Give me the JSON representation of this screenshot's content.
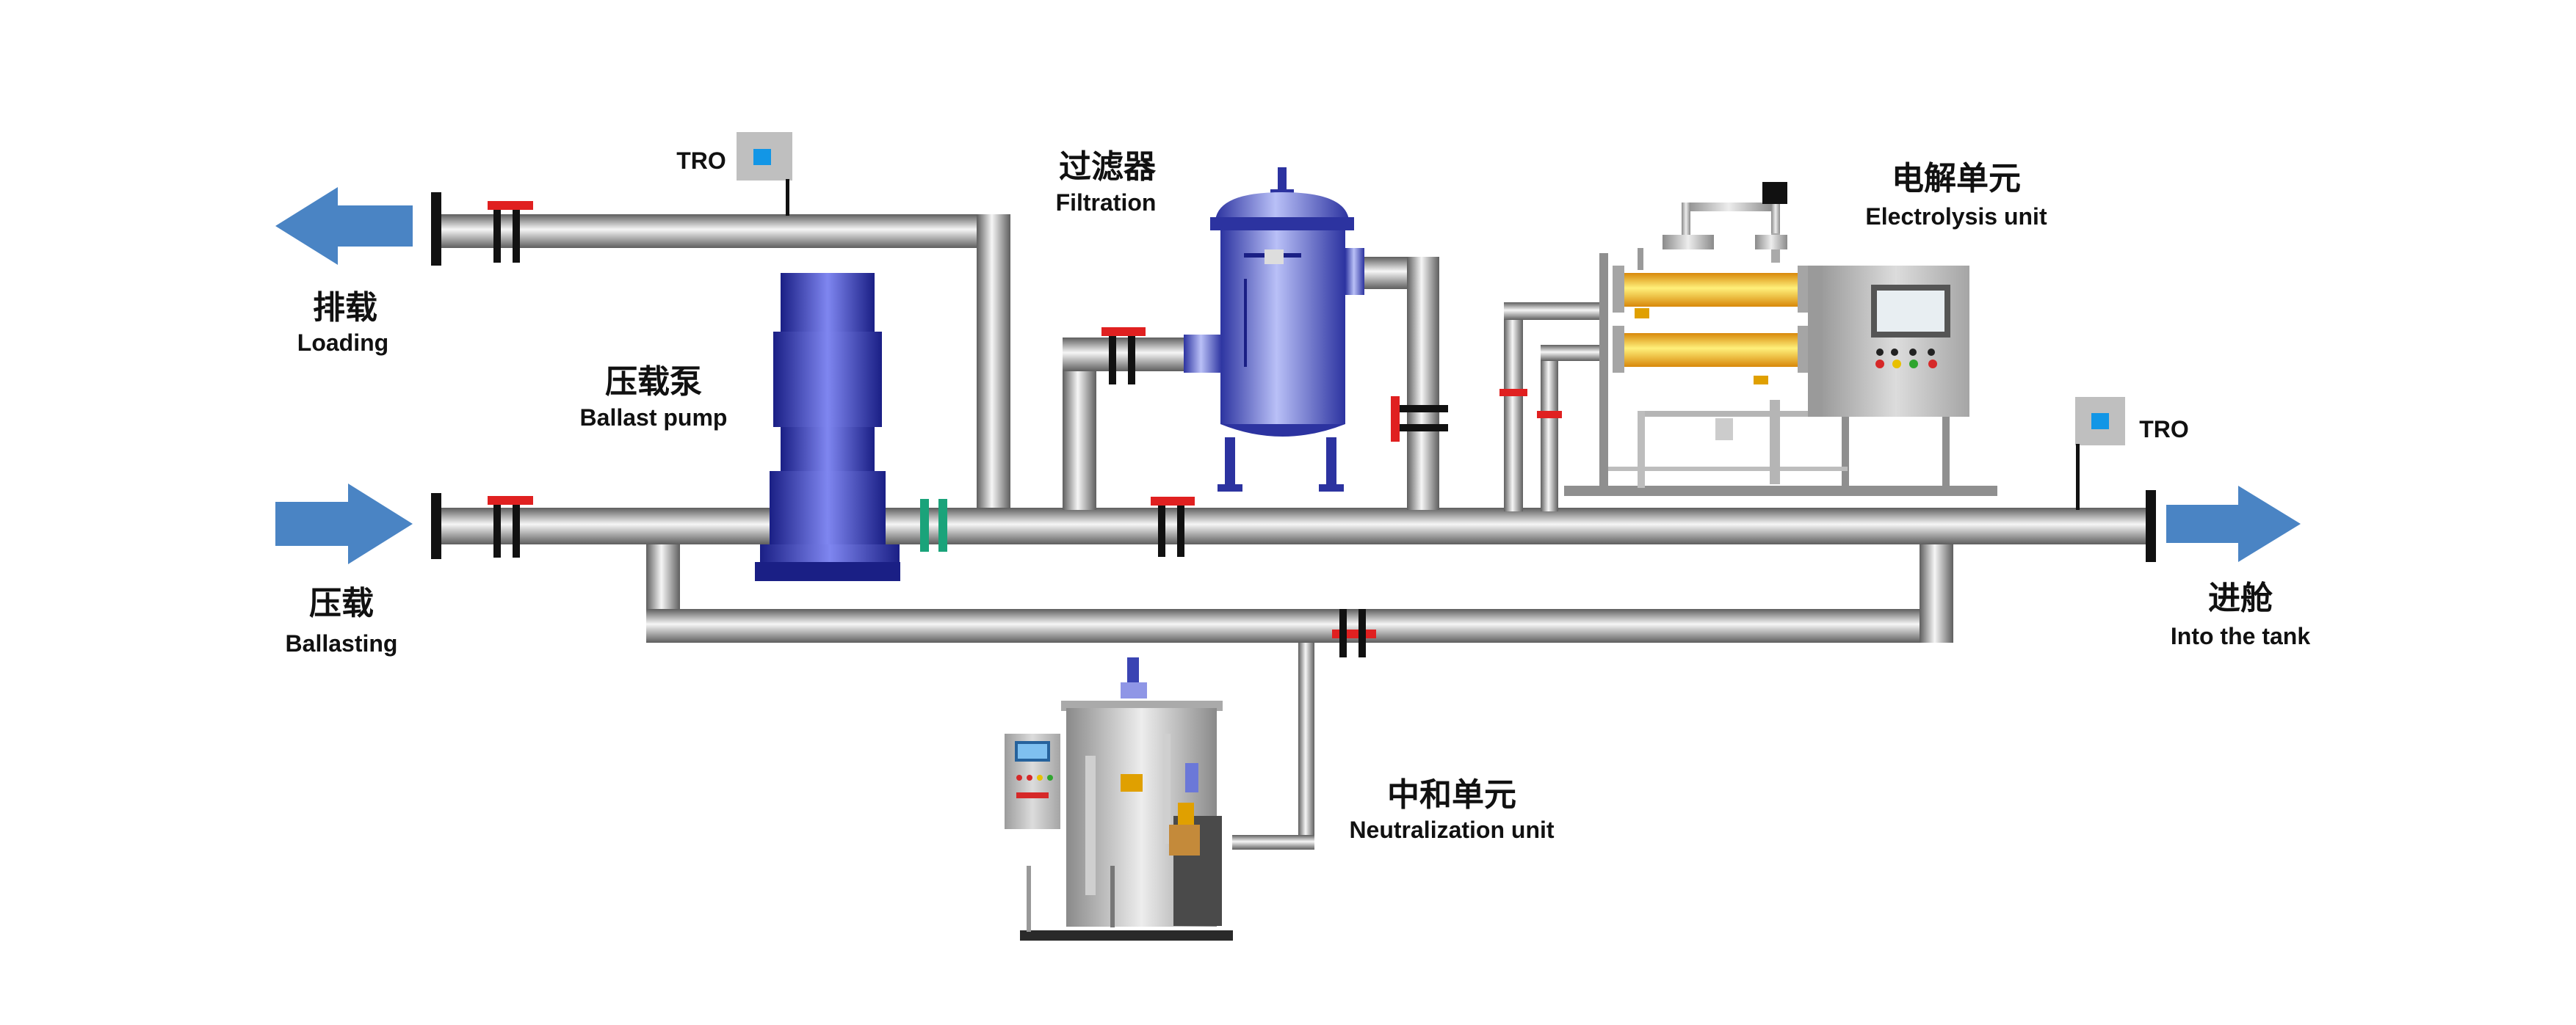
{
  "labels": {
    "loading_zh": "排载",
    "loading_en": "Loading",
    "ballasting_zh": "压载",
    "ballasting_en": "Ballasting",
    "pump_zh": "压载泵",
    "pump_en": "Ballast pump",
    "filter_zh": "过滤器",
    "filter_en": "Filtration",
    "electrolysis_zh": "电解单元",
    "electrolysis_en": "Electrolysis unit",
    "neutralization_zh": "中和单元",
    "neutralization_en": "Neutralization unit",
    "tank_zh": "进舱",
    "tank_en": "Into the tank",
    "tro_top": "TRO",
    "tro_right": "TRO"
  },
  "colors": {
    "arrow": "#4a84c4",
    "pipe_dark": "#6f6f6f",
    "pipe_light": "#f2f2f2",
    "valve_handle": "#e02020",
    "valve_teal": "#1aa37a",
    "pump_blue": "#2a2fa8",
    "filter_blue": "#5a63c9",
    "electrode_yellow": "#f3b417",
    "sensor_blue": "#1296e6",
    "cabinet_gray": "#bdbdbd"
  },
  "icons": {
    "arrow_left": "arrow-left-icon",
    "arrow_right": "arrow-right-icon",
    "valve": "valve-icon",
    "pump": "pump-icon",
    "filter": "filter-icon",
    "electrolysis": "electrolysis-unit-icon",
    "neutralization": "neutralization-unit-icon",
    "sensor": "tro-sensor-icon"
  }
}
